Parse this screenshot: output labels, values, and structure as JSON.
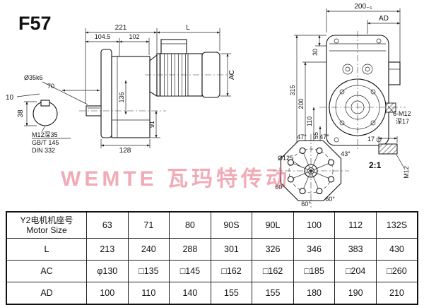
{
  "title": "F57",
  "watermark": "WEMTE 瓦玛特传动",
  "shaft_detail": {
    "dim_10": "10",
    "dim_38": "38",
    "note_tap": "M12深35",
    "note_std1": "GB/T 145",
    "note_std2": "DIN 332"
  },
  "side_view": {
    "dim_221": "221",
    "dim_L": "L",
    "dim_104_5": "104.5",
    "dim_102": "102",
    "dim_shaft": "Ø35k6",
    "dim_70": "70",
    "dim_136": "136",
    "dim_91": "91",
    "dim_128": "128",
    "dim_AC": "AC"
  },
  "front_view": {
    "dim_width": "200₋₁",
    "dim_AD": "AD",
    "dim_30": "30",
    "dim_315": "315",
    "dim_200": "200",
    "dim_110": "110",
    "dim_55": "55",
    "note_bolts": "6-M12",
    "note_depth": "深17"
  },
  "flange_view": {
    "dim_bolt_circle": "Ø125",
    "angle_47_left": "47°",
    "angle_47_right": "47°",
    "angle_43": "43°",
    "angle_60_left": "60°",
    "angle_60_bottom": "60°",
    "angle_60_right": "60°"
  },
  "key_detail": {
    "dim_17": "17",
    "scale": "2:1",
    "thread": "M12"
  },
  "table": {
    "motor_row_label_cn": "Y2电机机座号",
    "motor_row_label_en": "Motor Size",
    "motor_sizes": [
      "63",
      "71",
      "80",
      "90S",
      "90L",
      "100",
      "112",
      "132S"
    ],
    "rows": [
      {
        "label": "L",
        "values": [
          "213",
          "240",
          "288",
          "301",
          "326",
          "346",
          "383",
          "430"
        ]
      },
      {
        "label": "AC",
        "values": [
          "φ130",
          "□135",
          "□145",
          "□162",
          "□162",
          "□185",
          "□204",
          "□260"
        ]
      },
      {
        "label": "AD",
        "values": [
          "100",
          "110",
          "140",
          "155",
          "155",
          "180",
          "190",
          "210"
        ]
      }
    ]
  }
}
